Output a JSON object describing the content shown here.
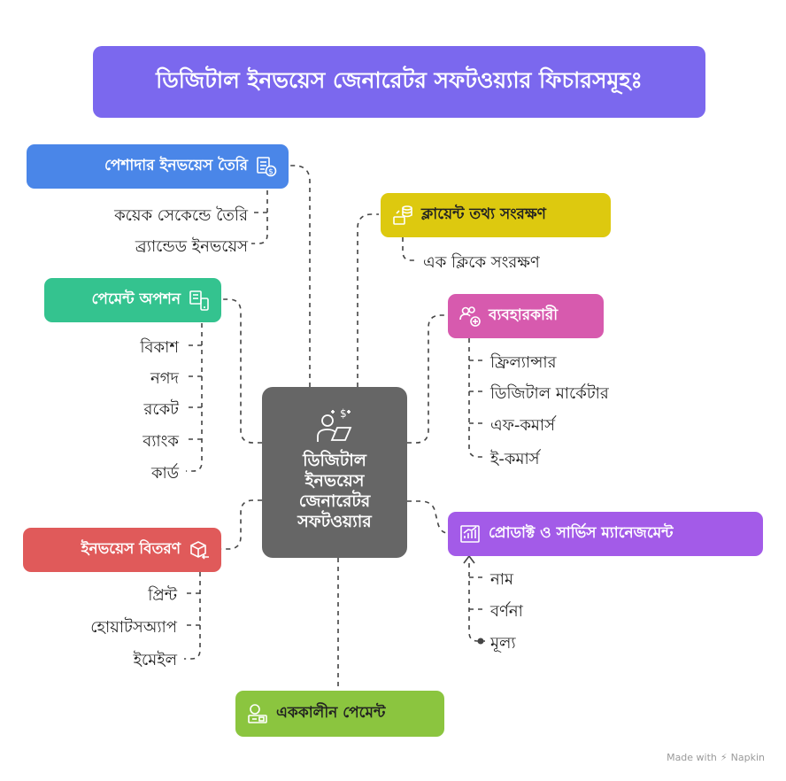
{
  "title": "ডিজিটাল ইনভয়েস জেনারেটর সফটওয়্যার ফিচারসমূহঃ",
  "center": "ডিজিটাল\nইনভয়েস\nজেনারেটর\nসফটওয়্যার",
  "branches": {
    "professional": {
      "label": "পেশাদার ইনভয়েস তৈরি",
      "color": "#4A86E8",
      "icon": "invoice-dollar-icon",
      "items": [
        "কয়েক সেকেন্ডে তৈরি",
        "ব্র্যান্ডেড ইনভয়েস"
      ]
    },
    "payment_options": {
      "label": "পেমেন্ট অপশন",
      "color": "#34C38F",
      "icon": "payment-device-icon",
      "items": [
        "বিকাশ",
        "নগদ",
        "রকেট",
        "ব্যাংক",
        "কার্ড"
      ]
    },
    "distribution": {
      "label": "ইনভয়েস বিতরণ",
      "color": "#E05A5A",
      "icon": "box-return-icon",
      "items": [
        "প্রিন্ট",
        "হোয়াটসঅ্যাপ",
        "ইমেইল"
      ]
    },
    "one_time": {
      "label": "এককালীন পেমেন্ট",
      "color": "#8BC53F",
      "icon": "cash-register-icon"
    },
    "client_info": {
      "label": "ক্লায়েন্ট তথ্য সংরক্ষণ",
      "color": "#DDC90F",
      "icon": "database-user-icon",
      "items": [
        "এক ক্লিকে সংরক্ষণ"
      ]
    },
    "users": {
      "label": "ব্যবহারকারী",
      "color": "#D75AAE",
      "icon": "users-add-icon",
      "items": [
        "ফ্রিল্যান্সার",
        "ডিজিটাল মার্কেটার",
        "এফ-কমার্স",
        "ই-কমার্স"
      ]
    },
    "product_service": {
      "label": "প্রোডাক্ট ও সার্ভিস ম্যানেজমেন্ট",
      "color": "#A35BE8",
      "icon": "chart-growth-icon",
      "items": [
        "নাম",
        "বর্ণনা",
        "মূল্য"
      ]
    }
  },
  "footer": {
    "made_with": "Made with",
    "brand": "Napkin"
  }
}
